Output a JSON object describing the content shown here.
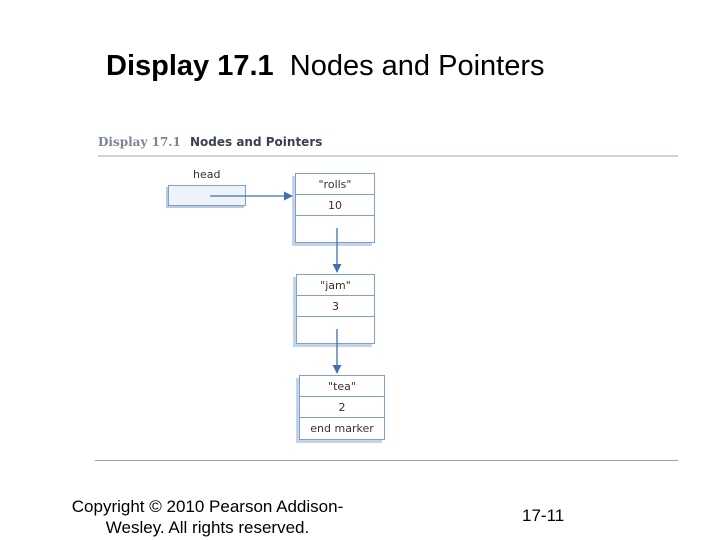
{
  "slide": {
    "title_bold": "Display 17.1",
    "title_rest": "Nodes and Pointers",
    "copyright_line1": "Copyright © 2010 Pearson Addison-",
    "copyright_line2": "Wesley. All rights reserved.",
    "page_number": "17-11"
  },
  "figure": {
    "label": "Display 17.1",
    "caption": "Nodes and Pointers",
    "head_label": "head",
    "nodes": [
      {
        "item": "\"rolls\"",
        "count": "10",
        "link": ""
      },
      {
        "item": "\"jam\"",
        "count": "3",
        "link": ""
      },
      {
        "item": "\"tea\"",
        "count": "2",
        "link": "end marker"
      }
    ]
  },
  "colors": {
    "box_border": "#7fa0cc",
    "arrow": "#3f6fb0",
    "rule": "#cfd3d8"
  }
}
